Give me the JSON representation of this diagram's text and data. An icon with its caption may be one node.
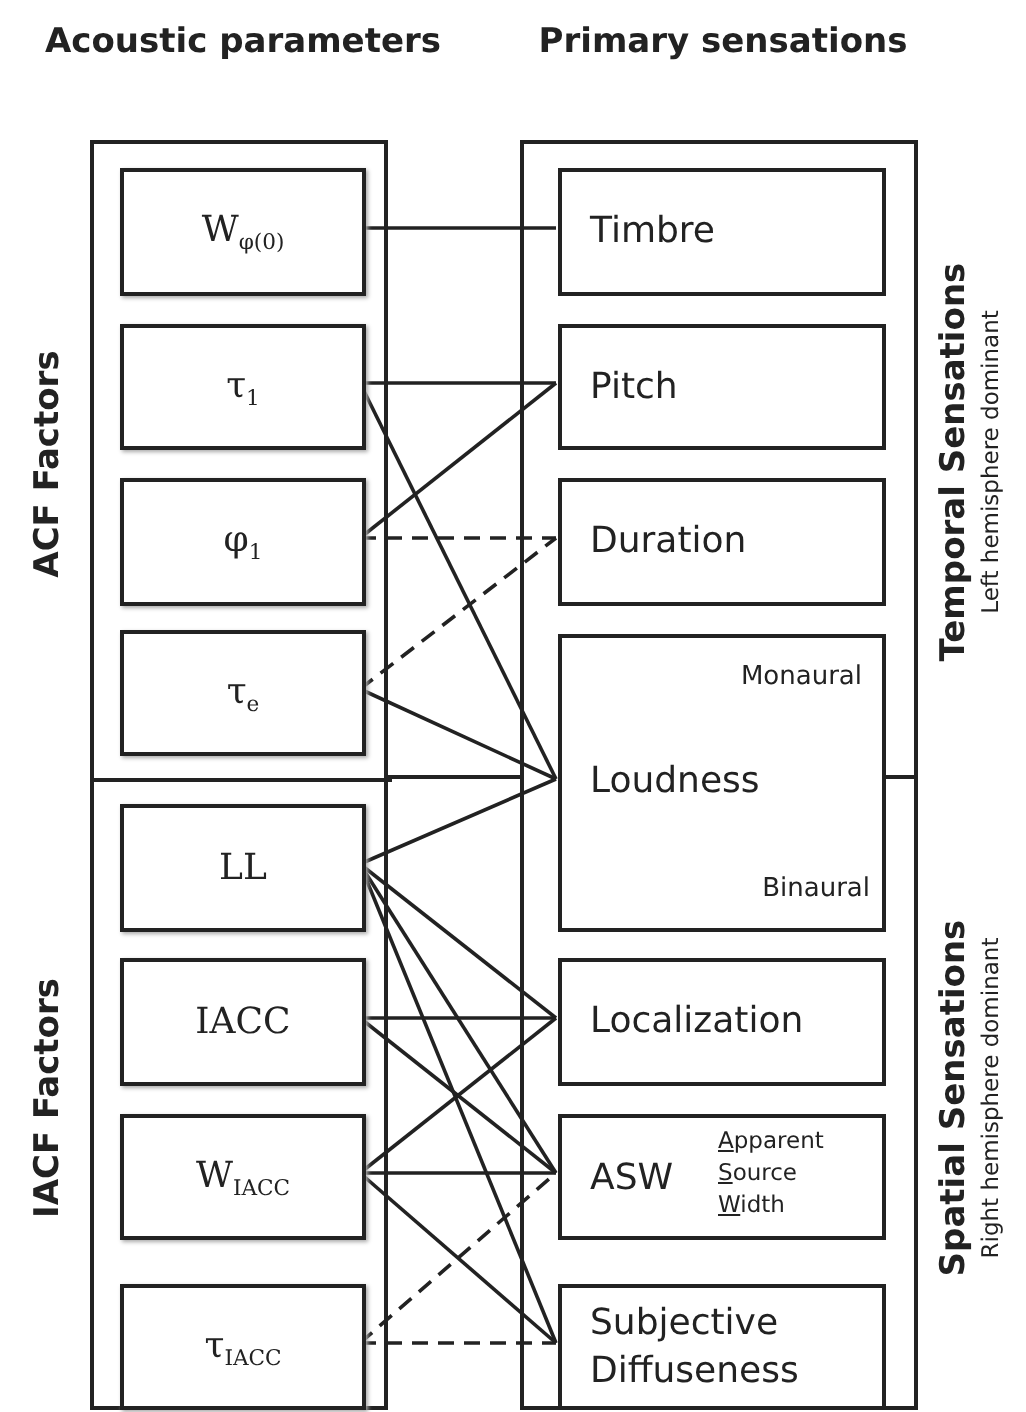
{
  "diagram": {
    "nodes": [
      {
        "text": [
          "Acoustic parameters"
        ]
      },
      {
        "text": [
          "ACF Factors"
        ],
        "in": 0
      },
      {
        "text": [
          "W$_{φ(0)}$"
        ],
        "in": 1
      },
      {
        "text": [
          "τ$_{1}$"
        ],
        "in": 1
      },
      {
        "text": [
          "φ$_{1}$"
        ],
        "in": 1
      },
      {
        "text": [
          "τ$_{e}$"
        ],
        "in": 1
      },
      {
        "text": [
          "IACF Factors"
        ],
        "in": 0
      },
      {
        "text": [
          "LL"
        ],
        "in": 6
      },
      {
        "text": [
          "IACC"
        ],
        "in": 6
      },
      {
        "text": [
          "W$_{IACC}$"
        ],
        "in": 6
      },
      {
        "text": [
          "τ$_{IACC}$"
        ],
        "in": 6
      },
      {
        "text": [
          "Primary sensations"
        ]
      },
      {
        "text": [
          "Temporal Sensations",
          "Left hemisphere dominant"
        ],
        "in": 11
      },
      {
        "text": [
          "Timbre"
        ],
        "in": 12
      },
      {
        "text": [
          "Pitch"
        ],
        "in": 12
      },
      {
        "text": [
          "Duration"
        ],
        "in": 12
      },
      {
        "text": [
          "Monaural",
          "Loudness",
          "Binaural"
        ],
        "in": 11
      },
      {
        "text": [
          "Spatial Sensations",
          "Right hemisphere dominant"
        ],
        "in": 11
      },
      {
        "text": [
          "Localization"
        ],
        "in": 17
      },
      {
        "text": [
          "ASW",
          "Apparent Source Width"
        ],
        "in": 17
      },
      {
        "text": [
          "Subjective Diffuseness"
        ],
        "in": 17
      }
    ],
    "edges": [
      {
        "from": 2,
        "to": 13,
        "arrow": "none"
      },
      {
        "from": 3,
        "to": 14,
        "arrow": "none"
      },
      {
        "from": 3,
        "to": 16,
        "arrow": "none"
      },
      {
        "from": 4,
        "to": 14,
        "arrow": "none"
      },
      {
        "from": 4,
        "to": 15,
        "arrow": "none",
        "style": "dashed"
      },
      {
        "from": 5,
        "to": 15,
        "arrow": "none",
        "style": "dashed"
      },
      {
        "from": 5,
        "to": 16,
        "arrow": "none"
      },
      {
        "from": 7,
        "to": 16,
        "arrow": "none"
      },
      {
        "from": 7,
        "to": 18,
        "arrow": "none"
      },
      {
        "from": 7,
        "to": 19,
        "arrow": "none"
      },
      {
        "from": 7,
        "to": 20,
        "arrow": "none"
      },
      {
        "from": 8,
        "to": 18,
        "arrow": "none"
      },
      {
        "from": 8,
        "to": 19,
        "arrow": "none"
      },
      {
        "from": 9,
        "to": 18,
        "arrow": "none"
      },
      {
        "from": 9,
        "to": 19,
        "arrow": "none"
      },
      {
        "from": 9,
        "to": 20,
        "arrow": "none"
      },
      {
        "from": 10,
        "to": 19,
        "arrow": "none",
        "style": "dashed"
      },
      {
        "from": 10,
        "to": 20,
        "arrow": "none",
        "style": "dashed"
      }
    ]
  }
}
